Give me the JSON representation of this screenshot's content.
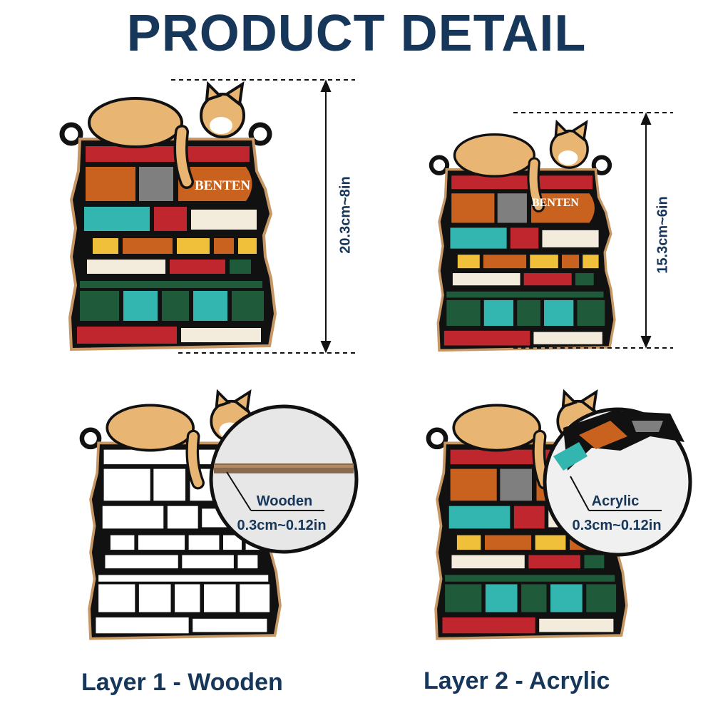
{
  "header": {
    "title": "PRODUCT DETAIL"
  },
  "ornament": {
    "name_text": "BENTEN"
  },
  "dimensions": {
    "large": "20.3cm~8in",
    "small": "15.3cm~6in"
  },
  "layers": [
    {
      "caption": "Layer 1 - Wooden",
      "material": "Wooden",
      "thickness": "0.3cm~0.12in"
    },
    {
      "caption": "Layer 2 - Acrylic",
      "material": "Acrylic",
      "thickness": "0.3cm~0.12in"
    }
  ],
  "colors": {
    "title": "#16365a",
    "outline": "#111111",
    "red": "#c0262d",
    "orange": "#c8621e",
    "gray": "#7f7f7f",
    "teal": "#33b6b0",
    "yellow": "#f0c03a",
    "darkgreen": "#1f5b3a",
    "cream": "#f3ecdc",
    "cat": "#e8b572"
  }
}
